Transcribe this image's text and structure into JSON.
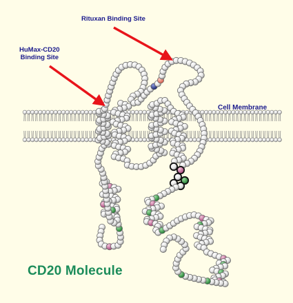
{
  "labels": {
    "rituxan": "Rituxan Binding Site",
    "humax_line1": "HuMax-CD20",
    "humax_line2": "Binding Site",
    "membrane": "Cell Membrane",
    "title": "CD20 Molecule"
  },
  "colors": {
    "background": "#fffde8",
    "arrow": "#e8141a",
    "label_text": "#1a1a8c",
    "title_text": "#1c8c5a",
    "bead": "#f2f2f2",
    "bead_pink": "#d678a8",
    "bead_green": "#3fa34d",
    "bead_blue": "#2b3c9a",
    "bead_salmon": "#f08a7a"
  }
}
